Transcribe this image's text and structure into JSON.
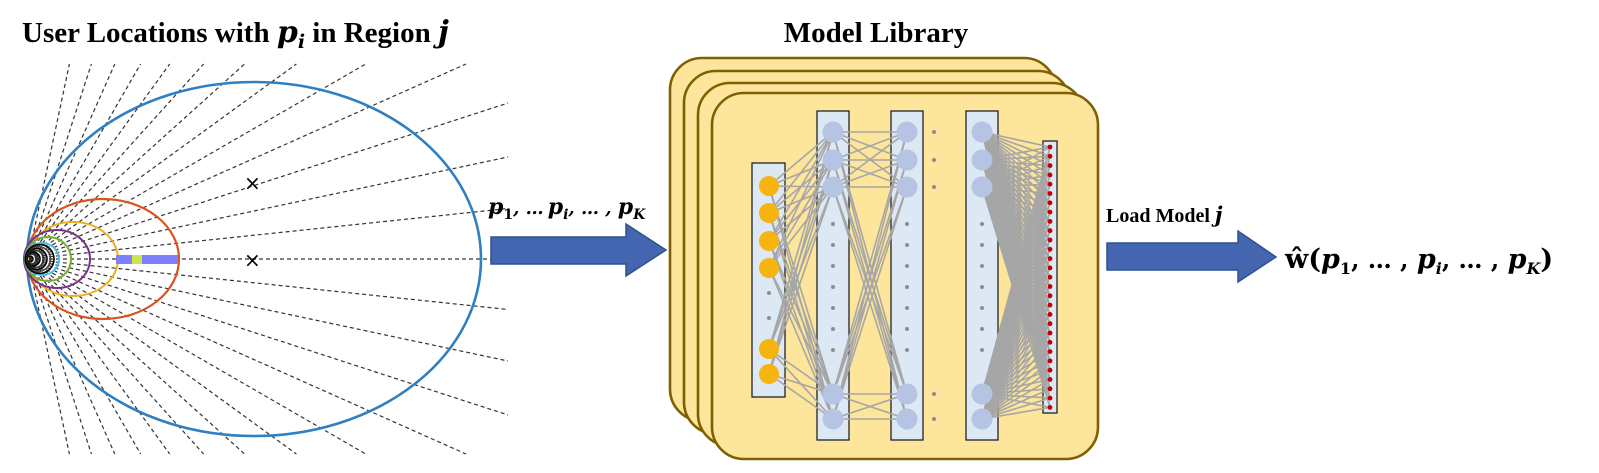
{
  "left_panel": {
    "title_prefix": "User Locations with ",
    "title_var": "p",
    "title_sub": "i",
    "title_mid": " in Region ",
    "title_region": "j",
    "markers": [
      "×",
      "×"
    ]
  },
  "center_panel": {
    "title": "Model Library"
  },
  "arrow_in": {
    "p1": "p",
    "sub1": "1",
    "sep1": ", …",
    "pi": "p",
    "subi": "i",
    "sep2": ", … , ",
    "pK": "p",
    "subK": "K"
  },
  "arrow_out": {
    "label_prefix": "Load Model ",
    "label_var": "j"
  },
  "output": {
    "w_hat": "ŵ",
    "open": "(",
    "p1": "p",
    "sub1": "1",
    "dots1": ", … , ",
    "pi": "p",
    "subi": "i",
    "dots2": ", … , ",
    "pK": "p",
    "subK": "K",
    "close": ")"
  },
  "colors": {
    "arrow_blue": "#4465b0",
    "card_fill": "#fde59b",
    "card_stroke": "#7f6000",
    "input_node": "#f5b40f",
    "hidden_node": "#b6c4e4",
    "layer_fill": "#dde8f5",
    "output_dot": "#c00000",
    "edge_gray": "#a6a6a6",
    "ellipse_blue": "#2f7fc1",
    "ellipse_orange": "#d9541e",
    "ellipse_yellow": "#edb120",
    "ellipse_purple": "#7e2f8e",
    "ellipse_green": "#77ac30",
    "ellipse_cyan": "#4dbeee",
    "marker_purple": "#8080ff"
  }
}
